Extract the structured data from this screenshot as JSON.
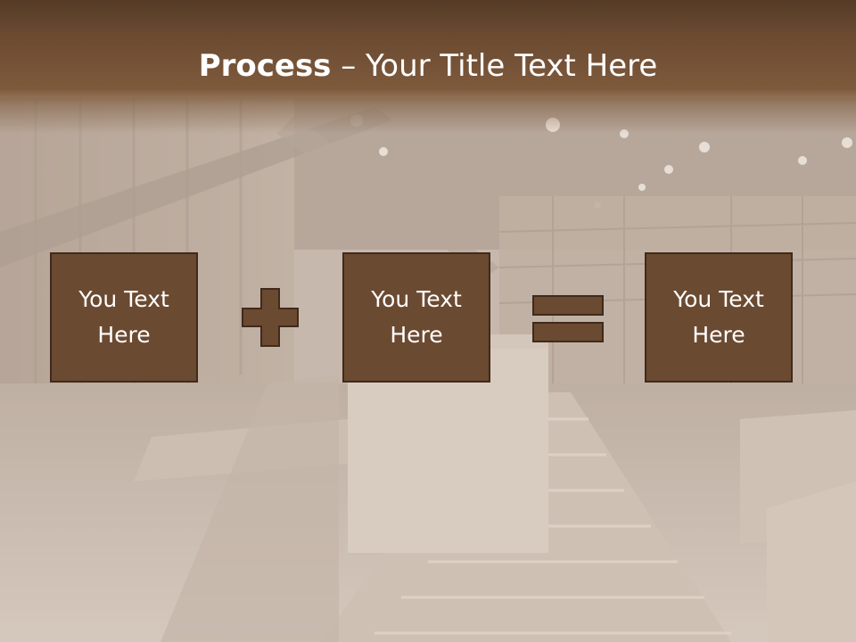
{
  "slide": {
    "title": {
      "bold": "Process",
      "rest": " – Your Title Text Here"
    },
    "boxes": [
      {
        "text": "You Text Here"
      },
      {
        "text": "You Text Here"
      },
      {
        "text": "You Text Here"
      }
    ],
    "operators": [
      "plus-icon",
      "equals-icon"
    ],
    "colors": {
      "title_bar": "#6b4a31",
      "box_fill": "#6b4a32",
      "box_border": "#3f2a1b",
      "text": "#ffffff"
    },
    "background": "warehouse conveyor photo"
  }
}
